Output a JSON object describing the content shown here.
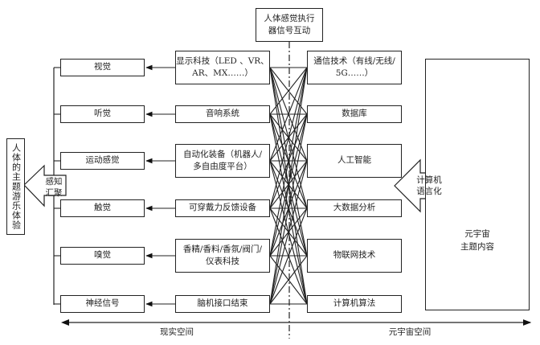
{
  "top_box": {
    "line1": "人体感觉执行",
    "line2": "器信号互动"
  },
  "senses": [
    {
      "label": "视觉"
    },
    {
      "label": "听觉"
    },
    {
      "label": "运动感觉"
    },
    {
      "label": "触觉"
    },
    {
      "label": "嗅觉"
    },
    {
      "label": "神经信号"
    }
  ],
  "devices": [
    {
      "line1": "显示科技（LED 、VR、",
      "line2": "AR、MX……）"
    },
    {
      "line1": "音响系统",
      "line2": ""
    },
    {
      "line1": "自动化装备（机器人/",
      "line2": "多自由度平台）"
    },
    {
      "line1": "可穿戴力反馈设备",
      "line2": ""
    },
    {
      "line1": "香精/香料/香氛/阀门/",
      "line2": "仪表科技"
    },
    {
      "line1": "脑机接口结束",
      "line2": ""
    }
  ],
  "technologies": [
    {
      "line1": "通信技术（有线/无线/",
      "line2": "5G……）"
    },
    {
      "line1": "数据库",
      "line2": ""
    },
    {
      "line1": "人工智能",
      "line2": ""
    },
    {
      "line1": "大数据分析",
      "line2": ""
    },
    {
      "line1": "物联网技术",
      "line2": ""
    },
    {
      "line1": "计算机算法",
      "line2": ""
    }
  ],
  "experience_box": {
    "label": "人体的主题游乐体验"
  },
  "perception_arrow": {
    "line1": "感知",
    "line2": "汇聚"
  },
  "computer_arrow": {
    "line1": "计算机",
    "line2": "语言化"
  },
  "metaverse_box": {
    "line1": "元宇宙",
    "line2": "主题内容"
  },
  "axis": {
    "left_label": "现实空间",
    "right_label": "元宇宙空间"
  }
}
